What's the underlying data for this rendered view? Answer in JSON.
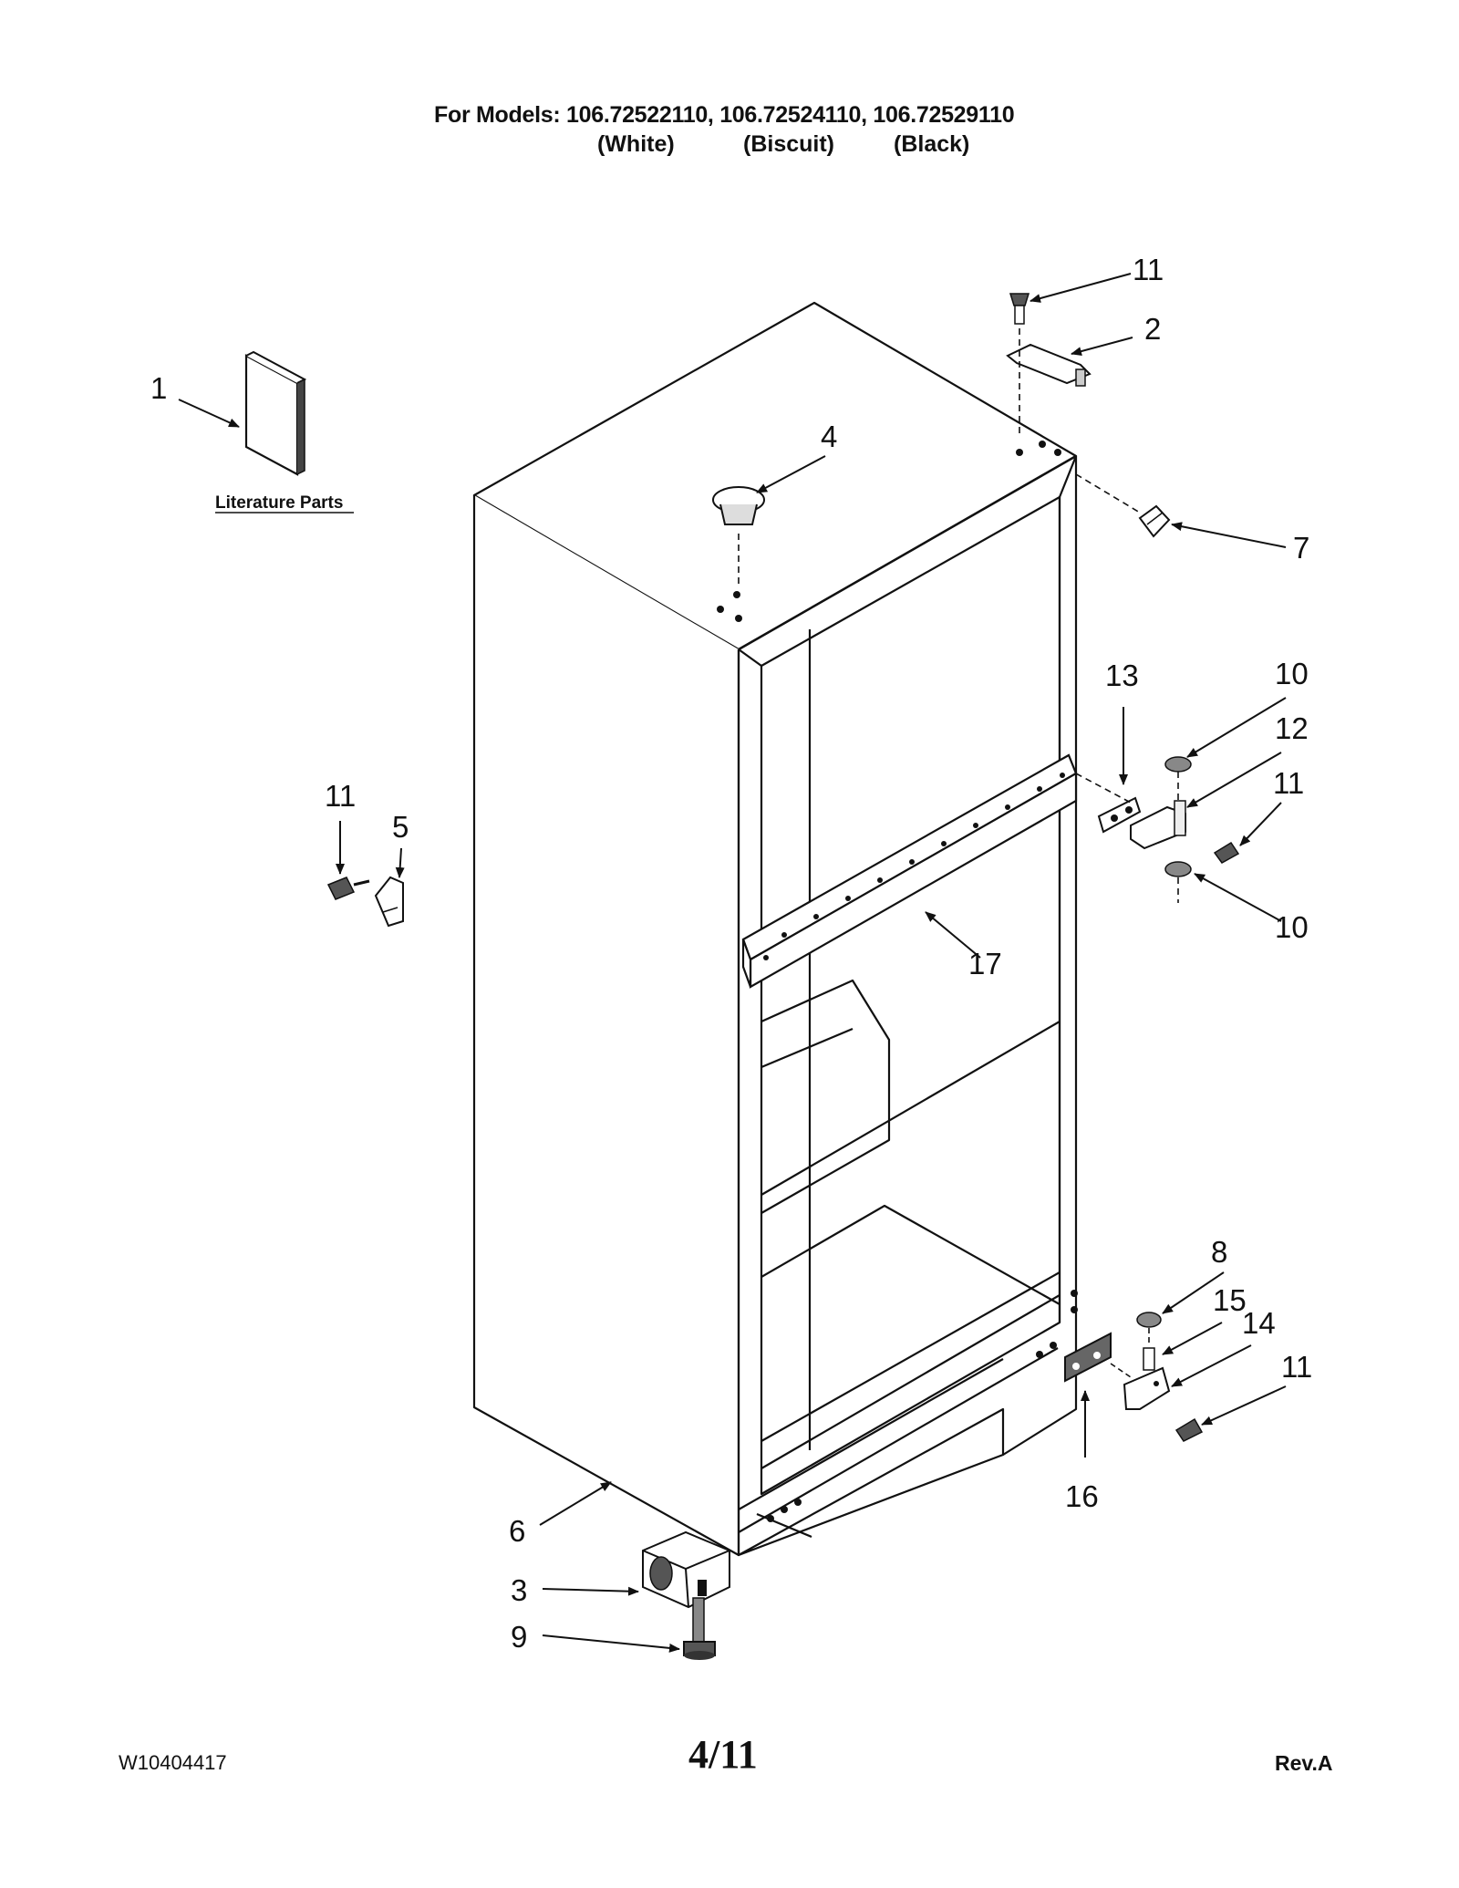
{
  "header": {
    "models_line": "For Models: 106.72522110, 106.72524110, 106.72529110",
    "colors": [
      "(White)",
      "(Biscuit)",
      "(Black)"
    ]
  },
  "literature_label": "Literature Parts",
  "callouts": [
    "1",
    "2",
    "3",
    "4",
    "5",
    "6",
    "7",
    "8",
    "9",
    "10",
    "10",
    "11",
    "11",
    "11",
    "11",
    "12",
    "13",
    "14",
    "15",
    "16",
    "17"
  ],
  "footer": {
    "doc_number": "W10404417",
    "page": "4/11",
    "revision": "Rev.A"
  }
}
